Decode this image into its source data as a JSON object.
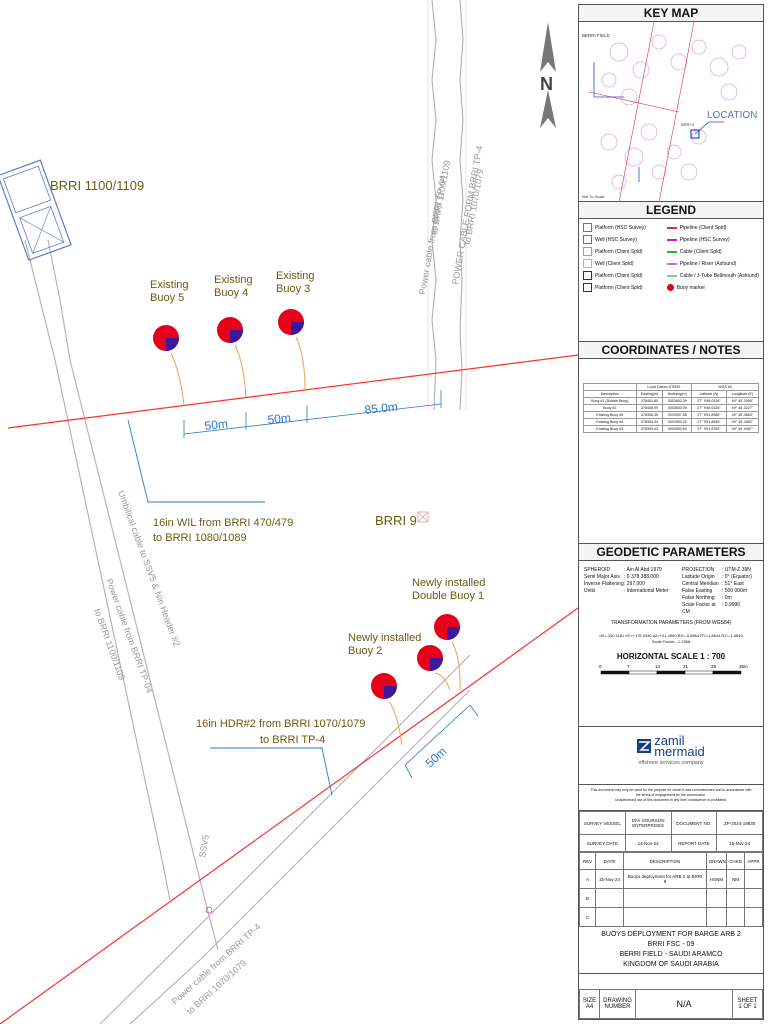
{
  "map": {
    "platform_brri_1100": "BRRI 1100/1109",
    "platform_brri_9": "BRRI 9",
    "north_label": "N",
    "buoys": [
      {
        "label_1": "Existing",
        "label_2": "Buoy 5"
      },
      {
        "label_1": "Existing",
        "label_2": "Buoy 4"
      },
      {
        "label_1": "Existing",
        "label_2": "Buoy 3"
      },
      {
        "label_1": "Newly installed",
        "label_2": "Buoy 2"
      },
      {
        "label_1": "Newly installed",
        "label_2": "Double Buoy 1"
      }
    ],
    "dimensions": {
      "d1": "50m",
      "d2": "50m",
      "d3": "85.0m",
      "d4": "50m"
    },
    "wil_label_1": "16in WIL from BRRI 470/479",
    "wil_label_2": "to BRRI 1080/1089",
    "hdr_label_1": "16in HDR#2 from BRRI 1070/1079",
    "hdr_label_2": "to BRRI TP-4",
    "cable_top_1": "Power cable from BRRI TP-04",
    "cable_top_2": "to BRRI 1100/1109",
    "cable_top_3": "POWER CABLE FORM BRRI TP-4",
    "cable_top_4": "to BRRI 1070/1079",
    "cable_mid_1": "Umbilical cable to SSV5 & Nin Header #2",
    "cable_mid_2": "Power cable from BRRI TP-04",
    "cable_mid_3": "to BRRI 1100/1109",
    "cable_bot_1": "Power cable from BRRI TP-4",
    "cable_bot_2": "to BRRI 1070/1079",
    "ssv5": "SSV5"
  },
  "panel": {
    "key_map_title": "KEY MAP",
    "key_map_field": "BERRI FIELD",
    "key_map_location": "LOCATION",
    "key_map_site": "BRRI 9",
    "key_map_scale": "Not To Scale",
    "legend_title": "LEGEND",
    "legend": [
      {
        "label": "Platform (HSC Survey)",
        "color": "#c43ab8"
      },
      {
        "label": "Pipeline (Client Spld)",
        "color": "#e02a4a"
      },
      {
        "label": "Well (HSC Survey)",
        "color": "#c43ab8"
      },
      {
        "label": "Pipeline (HSC Survey)",
        "color": "#c020c0"
      },
      {
        "label": "Platform (Client Spld)",
        "color": "#d8a000"
      },
      {
        "label": "Cable (Client Spld)",
        "color": "#28b428"
      },
      {
        "label": "Well (Client Spld)",
        "color": "#d8a0d8"
      },
      {
        "label": "Pipeline / Riser (Asfound)",
        "color": "#e060e0"
      },
      {
        "label": "Platform (Client Spld)",
        "color": "#333333"
      },
      {
        "label": "Cable / J-Tube Bellmouth (Asfound)",
        "color": "#80d080"
      },
      {
        "label": "Platform (Client Spld)",
        "color": "#333333"
      },
      {
        "label": "Buoy marker",
        "color": "#e0001a"
      }
    ],
    "coord_title": "COORDINATES / NOTES",
    "coord_head_group_1": "Local Datum UTM39",
    "coord_head_group_2": "WGS 84",
    "coord_headers": [
      "Description",
      "Easting(m)",
      "Northing(m)",
      "Latitude (N)",
      "Longitude (E)"
    ],
    "coord_rows": [
      [
        "Buoy #1 (Double Buoy)",
        "378461.80",
        "3003852.39",
        "27° 9'48.0328\"",
        "49° 45'.3095\""
      ],
      [
        "Buoy #2",
        "378406.99",
        "3003830.09",
        "27° 9'48.0326\"",
        "49° 45'.3227\""
      ],
      [
        "Existing Buoy #5",
        "378306.35",
        "3003957.88",
        "27° 9'51.8985\"",
        "49° 45'.4663\""
      ],
      [
        "Existing Buoy #4",
        "378353.34",
        "3003953.02",
        "27° 9'51.8545\"",
        "49° 45'.4082\""
      ],
      [
        "Existing Buoy #3",
        "378393.43",
        "3003952.60",
        "27° 9'51.8783\"",
        "49° 45'.4087\""
      ]
    ],
    "geodetic_title": "GEODETIC PARAMETERS",
    "geodetic_left": [
      [
        "SPHEROID",
        ": Ain Al Abd 1970"
      ],
      [
        "Semi Major Axis",
        ": 6 378 388.000"
      ],
      [
        "Inverse Flattening",
        ": 297.000"
      ],
      [
        "Units",
        ": International Meter"
      ]
    ],
    "geodetic_right": [
      [
        "PROJECTION",
        ": UTM-Z 39N"
      ],
      [
        "Latitude Origin",
        ": 0° (Equator)"
      ],
      [
        "Central Meridian",
        ": 51° East"
      ],
      [
        "False Easting",
        ": 500 000m"
      ],
      [
        "False Northing",
        ": 0m"
      ],
      [
        "Scale Factor at CM",
        ": 0.9996"
      ]
    ],
    "transform_title": "TRANSFORMATION PARAMETERS (FROM WGS84)",
    "transform_values": "dX=-150.1181  dY=+176.3340  dZ=+21.4960  RX=-0.8964  RY=1.8844  RZ=-1.5649",
    "transform_scale": "Scale Factor: -1.2368",
    "horizontal_scale": "HORIZONTAL SCALE  1 : 700",
    "scale_ticks": [
      "0",
      "7",
      "14",
      "21",
      "28",
      "35m"
    ],
    "company_name_1": "zamil",
    "company_name_2": "mermaid",
    "company_tagline": "offshore services company",
    "disclaimer_1": "This document may only be used for the purpose for which it was commissioned and in accordance with",
    "disclaimer_2": "the terms of engagement for the commission.",
    "disclaimer_3": "Unauthorised use of this document in any form whatsoever is prohibited.",
    "survey_vessel_label": "SURVEY VESSEL",
    "survey_vessel_value": "DIVI SOURSON ENTERPRISES",
    "document_no_label": "DOCUMENT NO.",
    "document_no_value": "ZP-2024-19830",
    "survey_date_label": "SURVEY DATE",
    "survey_date_value": "14-Nov-24",
    "report_date_label": "REPORT DATE",
    "report_date_value": "15-Nov-24",
    "rev_headers": [
      "REV",
      "DATE",
      "DESCRIPTION",
      "DRAWN",
      "CHKD",
      "APPR"
    ],
    "rev_rows": [
      [
        "A",
        "15-Nov-24",
        "Buoys deployment for ARB 2 at BRRI 9",
        "HSNM",
        "NM",
        ""
      ],
      [
        "B",
        "",
        "",
        "",
        "",
        ""
      ],
      [
        "C",
        "",
        "",
        "",
        "",
        ""
      ]
    ],
    "title_block": [
      "BUOYS DEPLOYMENT FOR BARGE ARB 2",
      "BRRI FSC - 09",
      "BERRI FIELD - SAUDI ARAMCO",
      "KINGDOM OF SAUDI ARABIA"
    ],
    "size_label": "SIZE",
    "size_value": "A4",
    "drawing_number_label": "DRAWING NUMBER",
    "drawing_number_value": "N/A",
    "sheet_label": "SHEET",
    "sheet_value": "1 OF 1"
  },
  "colors": {
    "pipeline": "#ff3030",
    "buoy": "#e8001a",
    "buoy_accent": "#3a1a9a",
    "label_text": "#6b5a14",
    "leader": "#2a78d2"
  }
}
